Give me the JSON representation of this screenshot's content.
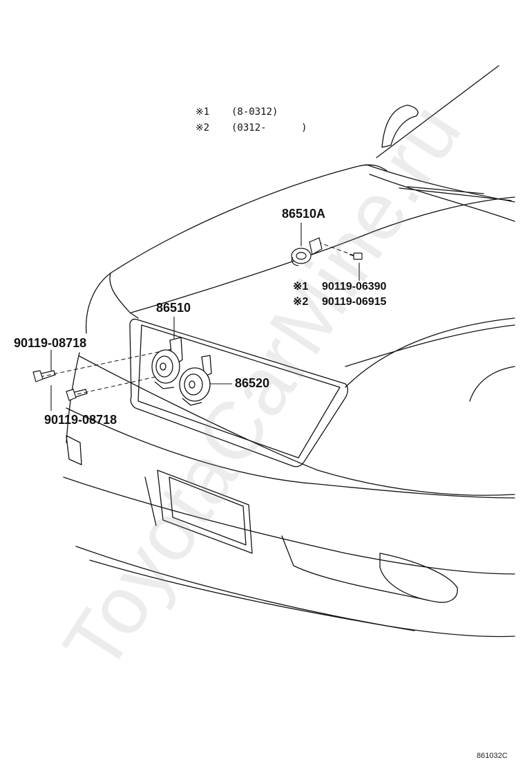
{
  "colors": {
    "line": "#111111",
    "watermark": "#9a9a9a"
  },
  "notes": [
    {
      "mark": "※1",
      "range": "(8-0312)"
    },
    {
      "mark": "※2",
      "range": "(0312-      )"
    }
  ],
  "parts": {
    "horn_high": "86510A",
    "horn_main": "86510",
    "horn_low": "86520",
    "bolt_upper": "90119-08718",
    "bolt_lower": "90119-08718",
    "bolt_alt_1": {
      "mark": "※1",
      "number": "90119-06390"
    },
    "bolt_alt_2": {
      "mark": "※2",
      "number": "90119-06915"
    }
  },
  "figure_code": "861032C",
  "watermark": "ToyotaCarMine.ru"
}
